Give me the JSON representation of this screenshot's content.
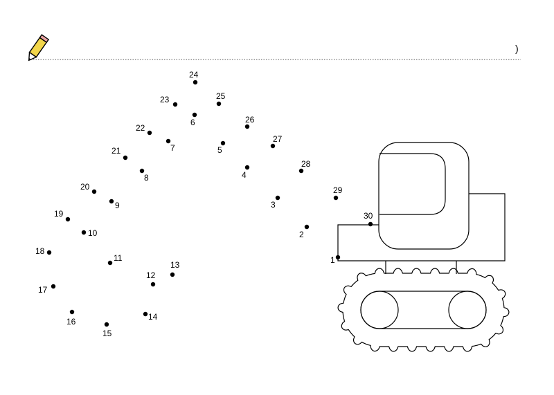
{
  "header": {
    "closing_paren": ")",
    "icon": "pencil-icon"
  },
  "dots": [
    {
      "n": "1"
    },
    {
      "n": "2"
    },
    {
      "n": "3"
    },
    {
      "n": "4"
    },
    {
      "n": "5"
    },
    {
      "n": "6"
    },
    {
      "n": "7"
    },
    {
      "n": "8"
    },
    {
      "n": "9"
    },
    {
      "n": "10"
    },
    {
      "n": "11"
    },
    {
      "n": "12"
    },
    {
      "n": "13"
    },
    {
      "n": "14"
    },
    {
      "n": "15"
    },
    {
      "n": "16"
    },
    {
      "n": "17"
    },
    {
      "n": "18"
    },
    {
      "n": "19"
    },
    {
      "n": "20"
    },
    {
      "n": "21"
    },
    {
      "n": "22"
    },
    {
      "n": "23"
    },
    {
      "n": "24"
    },
    {
      "n": "25"
    },
    {
      "n": "26"
    },
    {
      "n": "27"
    },
    {
      "n": "28"
    },
    {
      "n": "29"
    },
    {
      "n": "30"
    }
  ],
  "colors": {
    "ink": "#000000",
    "pencil_body": "#f2d64b",
    "dotted_rule": "#555555"
  }
}
